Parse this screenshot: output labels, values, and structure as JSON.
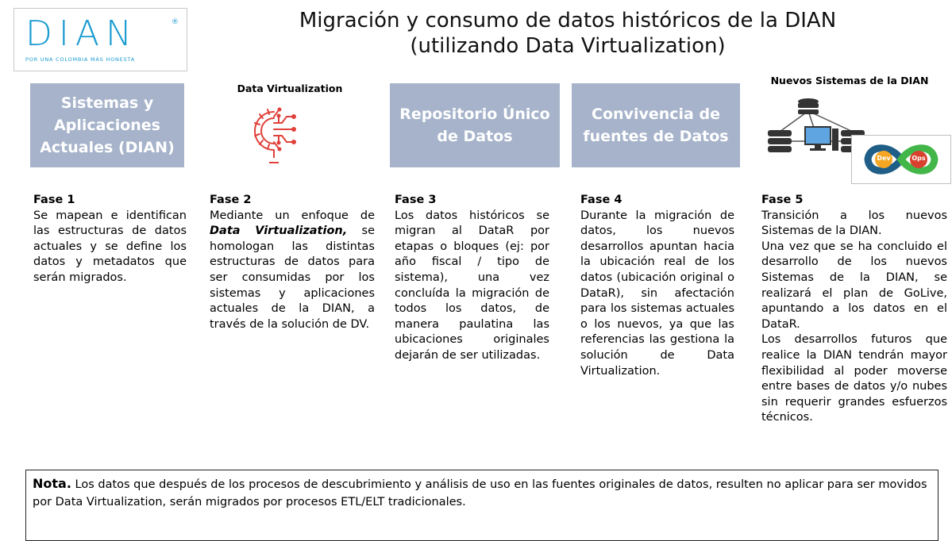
{
  "logo": {
    "wordmark": "DIAN",
    "registered": "®",
    "tagline": "POR UNA COLOMBIA MÁS HONESTA"
  },
  "title": {
    "line1": "Migración y consumo de datos históricos de la DIAN",
    "line2": "(utilizando Data Virtualization)"
  },
  "phase_boxes": {
    "box1": "Sistemas y Aplicaciones Actuales (DIAN)",
    "box3": "Repositorio Único de Datos",
    "box4": "Convivencia de fuentes de Datos"
  },
  "top_labels": {
    "dv": "Data Virtualization",
    "nuevos": "Nuevos Sistemas de la DIAN"
  },
  "devops": {
    "dev": "Dev",
    "ops": "Ops"
  },
  "columns": [
    {
      "heading": "Fase 1",
      "text": "Se mapean e identifican las estructuras de datos actuales y se define los datos y metadatos que serán migrados."
    },
    {
      "heading": "Fase 2",
      "text_pre": "Mediante un enfoque de ",
      "text_emph": "Data Virtualization,",
      "text_post": " se homologan las distintas estructuras de datos para ser consumidas por los sistemas y aplicaciones actuales de la DIAN, a través de la solución de DV."
    },
    {
      "heading": "Fase 3",
      "text": "Los datos históricos se migran al DataR por etapas o bloques (ej: por año fiscal / tipo de sistema), una vez concluída la migración de todos los datos, de manera paulatina las ubicaciones originales dejarán de ser utilizadas."
    },
    {
      "heading": "Fase 4",
      "text": "Durante la migración de datos, los nuevos desarrollos apuntan hacia la ubicación real de los datos (ubicación original o DataR), sin afectación para los sistemas actuales o los nuevos, ya que las referencias las gestiona la solución de Data Virtualization."
    },
    {
      "heading": "Fase 5",
      "para1": "Transición a los nuevos Sistemas de la DIAN.",
      "para2": "Una vez que se ha concluido el desarrollo de los nuevos Sistemas de la DIAN, se realizará el plan de GoLive, apuntando a los datos en el DataR.",
      "para3": "Los desarrollos futuros que realice la DIAN tendrán mayor flexibilidad al poder moverse entre bases de datos y/o nubes sin requerir grandes esfuerzos técnicos."
    }
  ],
  "note": {
    "label": "Nota.",
    "text": " Los datos que después de los procesos de descubrimiento y análisis de uso en las fuentes originales de datos, resulten no aplicar para ser movidos por Data Virtualization, serán migrados por procesos ETL/ELT tradicionales."
  }
}
